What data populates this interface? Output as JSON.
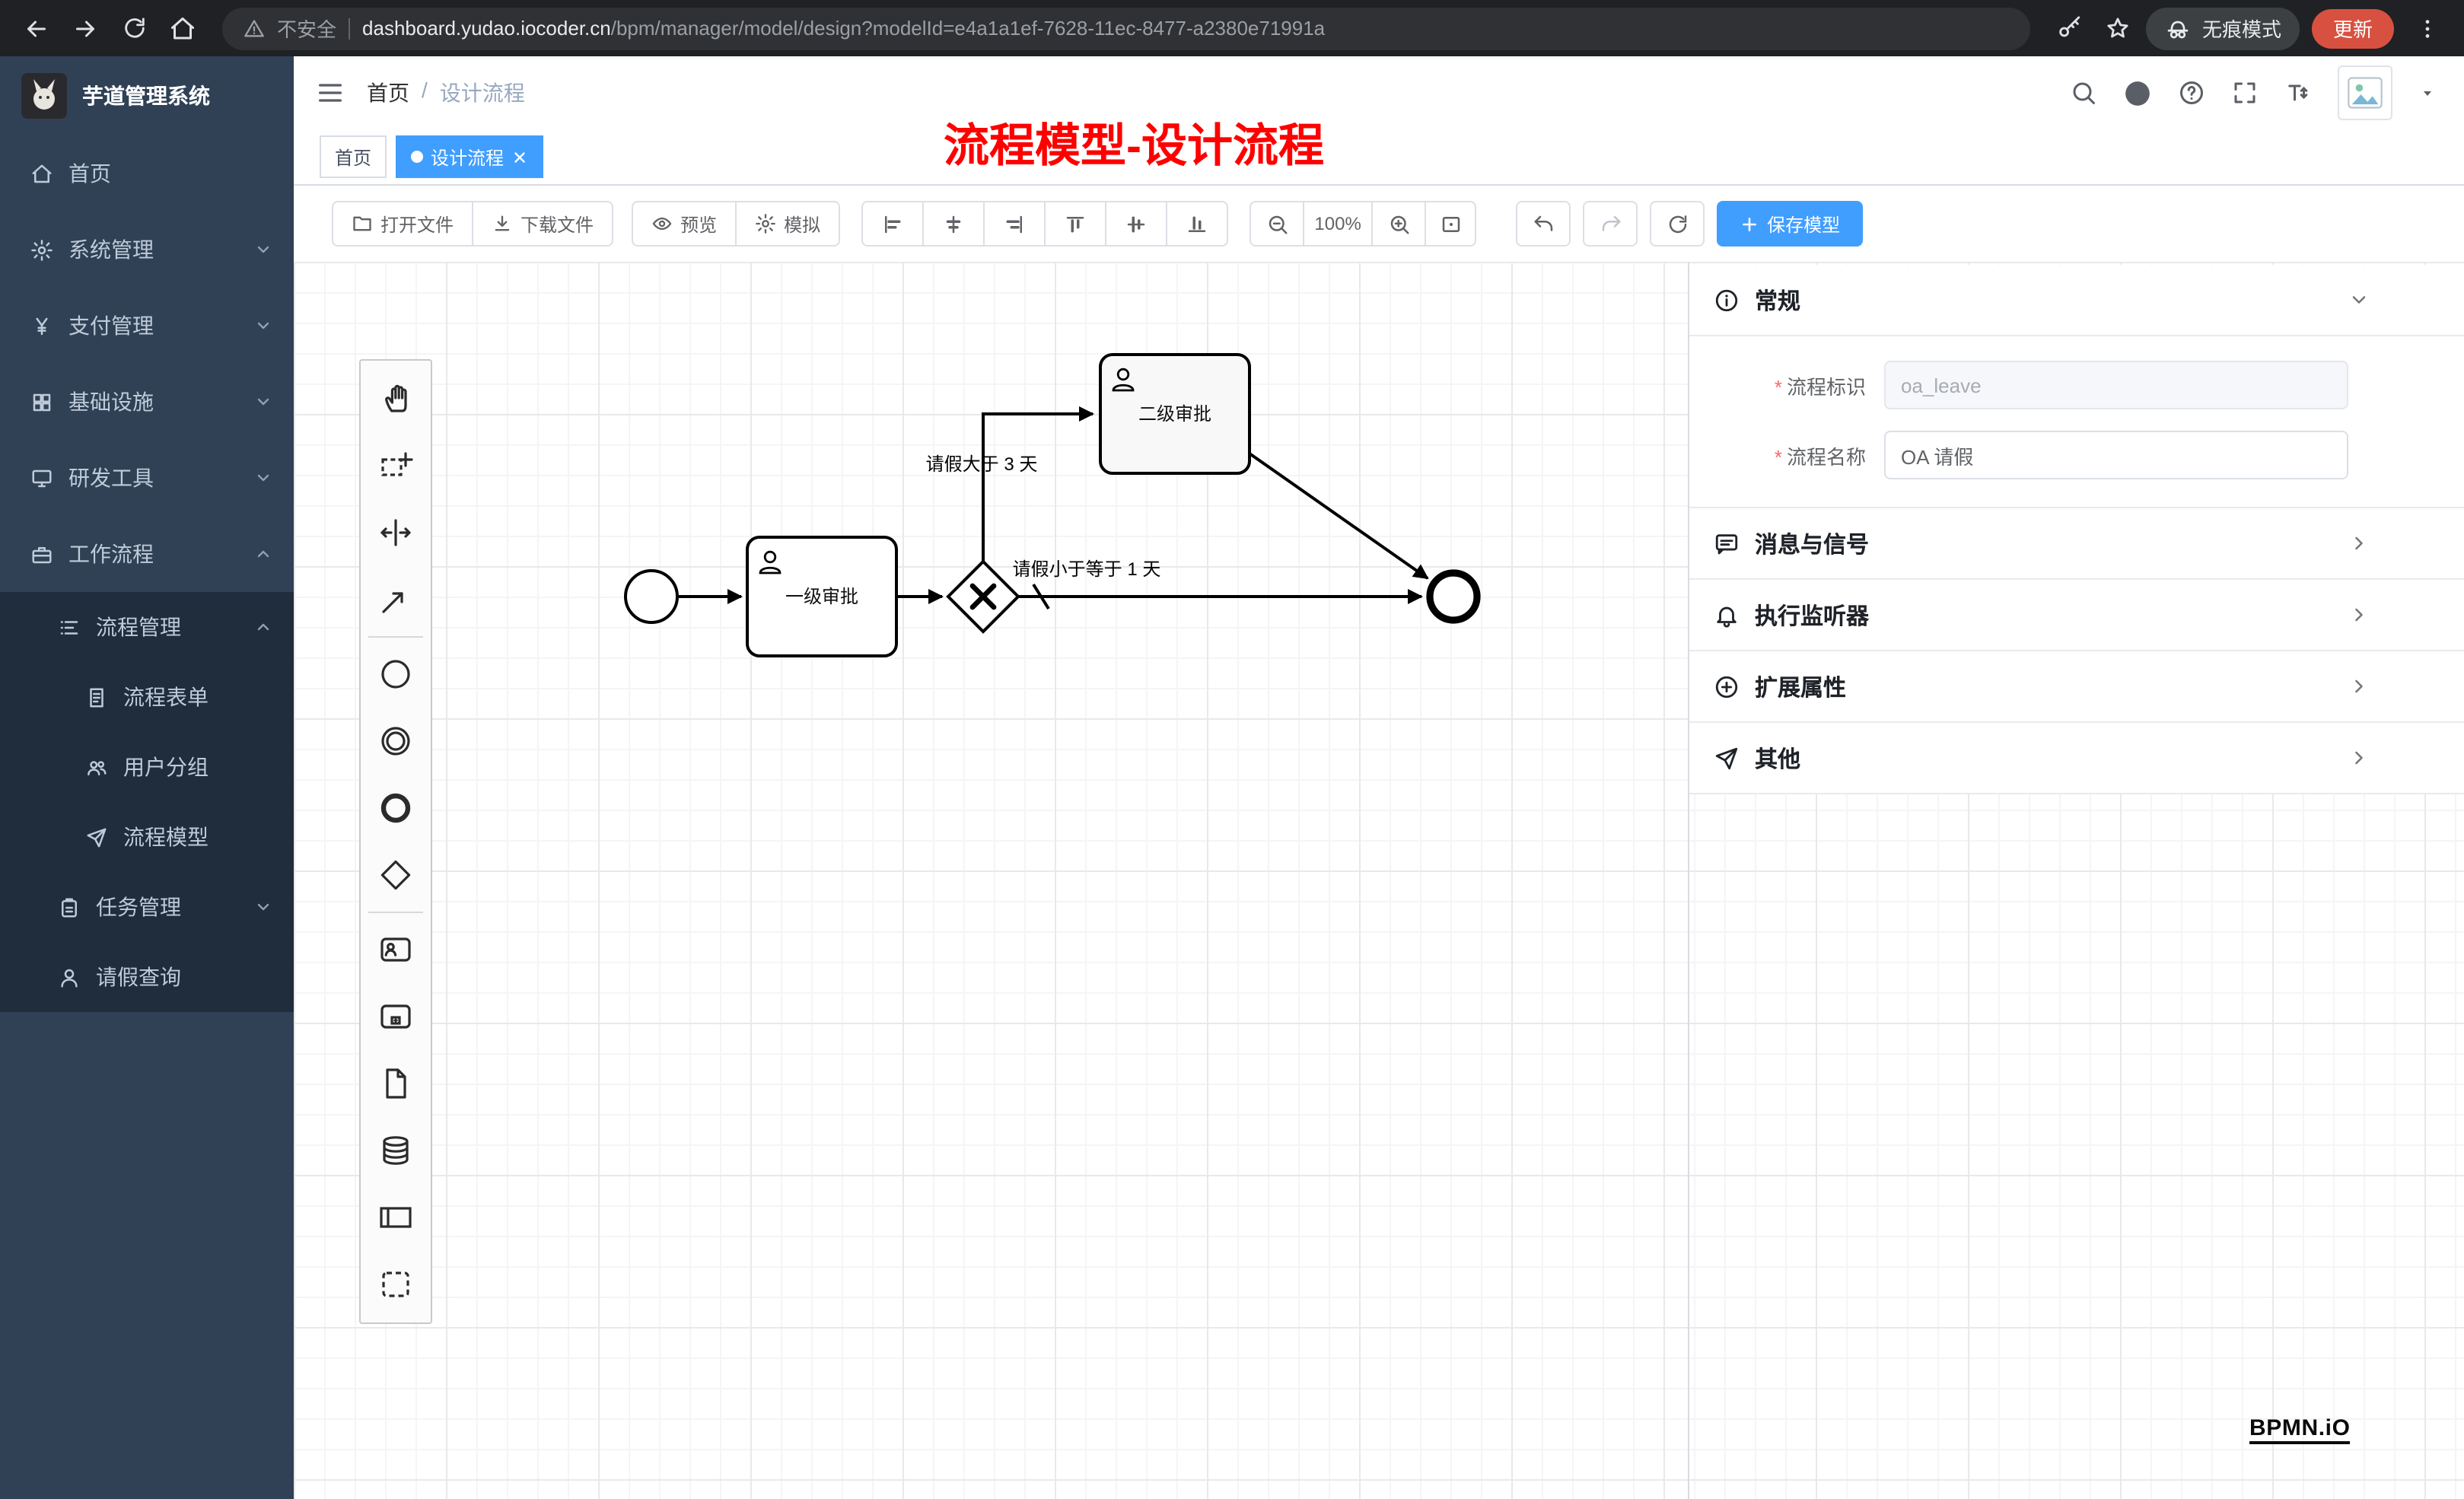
{
  "colors": {
    "accent": "#409eff",
    "sidebar_bg": "#304156",
    "submenu_bg": "#1f2d3d",
    "annotation_red": "#ff0000",
    "update_button": "#d85140",
    "required_red": "#f56c6c"
  },
  "browser": {
    "security_label": "不安全",
    "url_domain": "dashboard.yudao.iocoder.cn",
    "url_path": "/bpm/manager/model/design?modelId=e4a1a1ef-7628-11ec-8477-a2380e71991a",
    "incognito_label": "无痕模式",
    "update_label": "更新"
  },
  "sidebar": {
    "app_title": "芋道管理系统",
    "menu": [
      {
        "label": "首页",
        "icon": "home-icon"
      },
      {
        "label": "系统管理",
        "icon": "gear-icon",
        "expandable": true
      },
      {
        "label": "支付管理",
        "icon": "yen-icon",
        "expandable": true
      },
      {
        "label": "基础设施",
        "icon": "grid-icon",
        "expandable": true
      },
      {
        "label": "研发工具",
        "icon": "monitor-icon",
        "expandable": true
      },
      {
        "label": "工作流程",
        "icon": "briefcase-icon",
        "expanded": true,
        "children": [
          {
            "label": "流程管理",
            "icon": "list-icon",
            "expanded": true,
            "children": [
              {
                "label": "流程表单",
                "icon": "form-icon"
              },
              {
                "label": "用户分组",
                "icon": "users-icon"
              },
              {
                "label": "流程模型",
                "icon": "paper-plane-icon"
              }
            ]
          },
          {
            "label": "任务管理",
            "icon": "clipboard-icon",
            "expandable": true
          },
          {
            "label": "请假查询",
            "icon": "user-icon"
          }
        ]
      }
    ]
  },
  "header": {
    "breadcrumb": {
      "root": "首页",
      "separator": "/",
      "current": "设计流程"
    },
    "annotation": "流程模型-设计流程",
    "icons": [
      "search-icon",
      "github-icon",
      "question-icon",
      "fullscreen-icon",
      "font-size-icon",
      "avatar-image",
      "caret-down-icon"
    ]
  },
  "tags": {
    "home": "首页",
    "active": "设计流程"
  },
  "toolbar": {
    "open_file": "打开文件",
    "download_file": "下载文件",
    "preview": "预览",
    "simulate": "模拟",
    "zoom_level": "100%",
    "save_model": "保存模型",
    "icon_buttons": [
      "align-left-icon",
      "align-center-icon",
      "align-right-icon",
      "align-top-icon",
      "align-middle-icon",
      "align-bottom-icon",
      "zoom-out-icon",
      "zoom-in-icon",
      "zoom-reset-icon",
      "undo-icon",
      "redo-icon",
      "refresh-icon"
    ]
  },
  "palette_icons": [
    "hand-tool",
    "lasso-tool",
    "space-tool",
    "global-connect-tool",
    "create-start-event",
    "create-intermediate-event",
    "create-end-event",
    "create-gateway",
    "create-user-task",
    "create-subprocess",
    "create-data-object",
    "create-data-store",
    "create-participant",
    "create-group"
  ],
  "diagram": {
    "task_level1": "一级审批",
    "task_level2": "二级审批",
    "flow_label_gt3": "请假大于 3 天",
    "flow_label_lte1": "请假小于等于 1 天"
  },
  "properties": {
    "required_mark": "*",
    "general": {
      "title": "常规",
      "process_key_label": "流程标识",
      "process_key_value": "oa_leave",
      "process_name_label": "流程名称",
      "process_name_value": "OA 请假"
    },
    "sections": [
      {
        "label": "消息与信号"
      },
      {
        "label": "执行监听器"
      },
      {
        "label": "扩展属性"
      },
      {
        "label": "其他"
      }
    ]
  },
  "footer": {
    "logo": "BPMN.iO"
  }
}
